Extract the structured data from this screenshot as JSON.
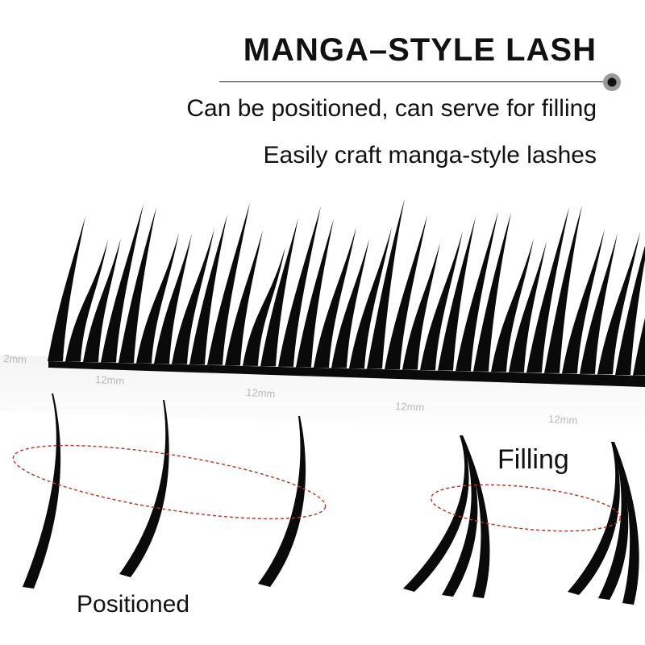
{
  "header": {
    "title": "MANGA–STYLE LASH",
    "line1": "Can be positioned, can serve for filling",
    "line2": "Easily craft manga-style lashes"
  },
  "strip": {
    "length_labels": [
      "2mm",
      "12mm",
      "12mm",
      "12mm",
      "12mm"
    ]
  },
  "labels": {
    "filling": "Filling",
    "positioned": "Positioned"
  },
  "colors": {
    "lash": "#0a0a0a",
    "ellipse": "#c0392b",
    "text": "#111111"
  }
}
